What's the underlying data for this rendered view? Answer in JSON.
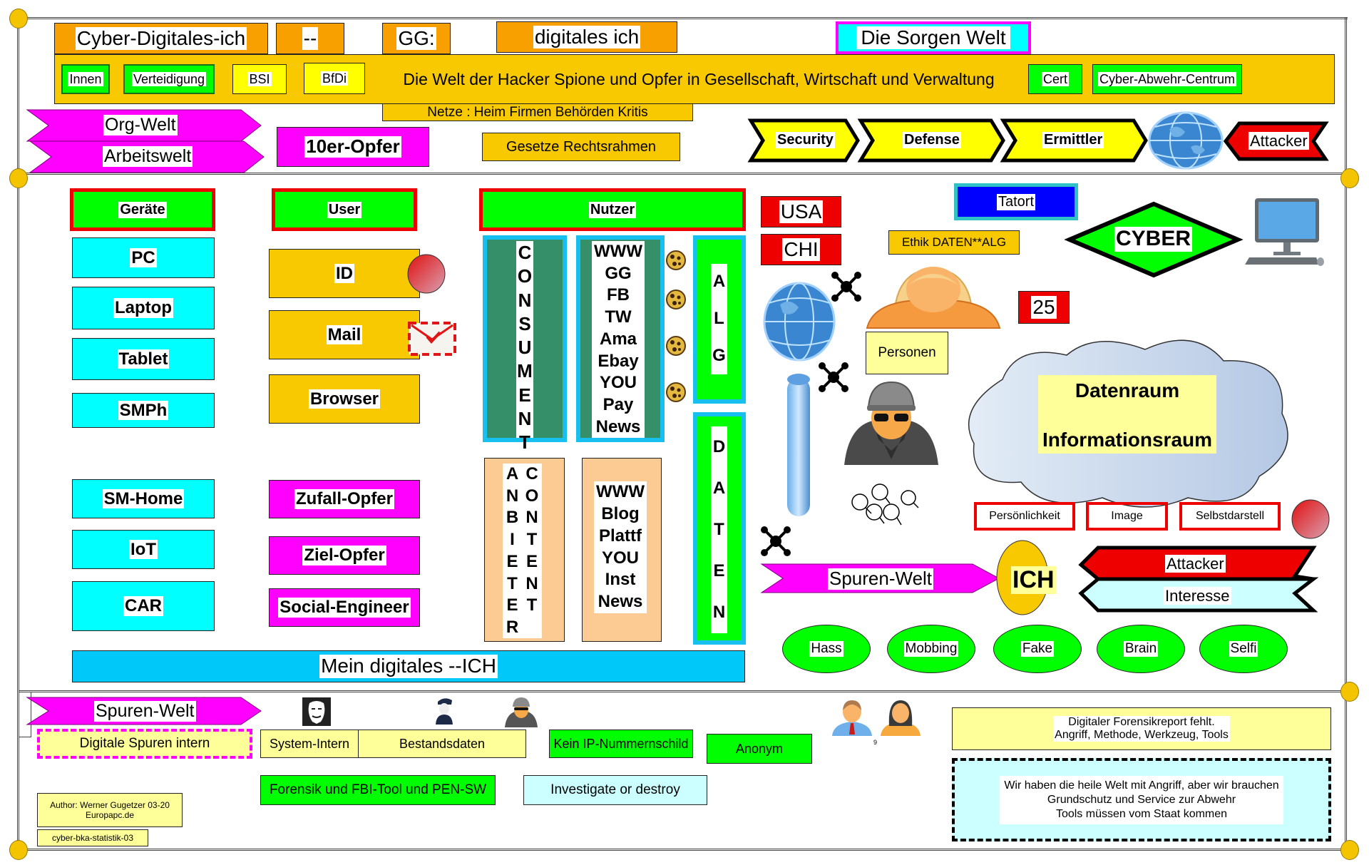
{
  "header": {
    "title_boxes": [
      "Cyber-Digitales-ich",
      "--",
      "GG:",
      "digitales ich"
    ],
    "sorgen_welt": "Die Sorgen Welt",
    "banner": {
      "left_tags": [
        "Innen",
        "Verteidigung",
        "BSI",
        "BfDi"
      ],
      "main_text": "Die Welt der Hacker Spione und Opfer in Gesellschaft, Wirtschaft und Verwaltung",
      "right_tags": [
        "Cert",
        "Cyber-Abwehr-Centrum"
      ]
    },
    "netze": "Netze : Heim Firmen Behörden Kritis",
    "org_welt": "Org-Welt",
    "arbeitswelt": "Arbeitswelt",
    "opfer10": "10er-Opfer",
    "gesetze": "Gesetze Rechtsrahmen",
    "chevrons": [
      "Security",
      "Defense",
      "Ermittler"
    ],
    "attacker": "Attacker"
  },
  "columns": {
    "geraete": {
      "header": "Geräte",
      "items": [
        "PC",
        "Laptop",
        "Tablet",
        "SMPh"
      ],
      "items_lower": [
        "SM-Home",
        "IoT",
        "CAR"
      ]
    },
    "user": {
      "header": "User",
      "items": [
        "ID",
        "Mail",
        "Browser"
      ],
      "items_lower": [
        "Zufall-Opfer",
        "Ziel-Opfer",
        "Social-Engineer"
      ]
    },
    "nutzer": {
      "header": "Nutzer",
      "consument": [
        "C",
        "O",
        "N",
        "S",
        "U",
        "M",
        "E",
        "N",
        "T"
      ],
      "services": [
        "WWW",
        "GG",
        "FB",
        "TW",
        "Ama",
        "Ebay",
        "YOU",
        "Pay",
        "News"
      ],
      "alg": [
        "A",
        "L",
        "G"
      ],
      "daten": [
        "D",
        "A",
        "T",
        "E",
        "N"
      ],
      "anbieter": [
        "A",
        "N",
        "B",
        "I",
        "E",
        "T",
        "E",
        "R"
      ],
      "content": [
        "C",
        "O",
        "N",
        "T",
        "E",
        "N",
        "T"
      ],
      "platforms": [
        "WWW",
        "Blog",
        "Plattf",
        "YOU",
        "Inst",
        "News"
      ]
    },
    "mein_ich": "Mein digitales --ICH"
  },
  "right_panel": {
    "usa": "USA",
    "chi": "CHI",
    "tatort": "Tatort",
    "ethik": "Ethik DATEN**ALG",
    "cyber": "CYBER",
    "count": "25",
    "personen": "Personen",
    "cloud_line1": "Datenraum",
    "cloud_line2": "Informationsraum",
    "traits": [
      "Persönlichkeit",
      "Image",
      "Selbstdarstell"
    ],
    "spuren_welt": "Spuren-Welt",
    "ich": "ICH",
    "attacker": "Attacker",
    "interesse": "Interesse",
    "ovals": [
      "Hass",
      "Mobbing",
      "Fake",
      "Brain",
      "Selfi"
    ]
  },
  "footer": {
    "spuren_welt": "Spuren-Welt",
    "digitale_spuren": "Digitale Spuren intern",
    "system_intern": "System-Intern",
    "bestandsdaten": "Bestandsdaten",
    "kein_ip": "Kein IP-Nummernschild",
    "anonym": "Anonym",
    "people_caption": "9",
    "forensik": "Forensik und FBI-Tool und PEN-SW",
    "investigate": "Investigate or destroy",
    "report": "Digitaler Forensikreport fehlt.\nAngriff, Methode, Werkzeug, Tools",
    "statement": "Wir haben die heile Welt mit Angriff, aber wir brauchen\nGrundschutz und Service zur Abwehr\nTools müssen vom Staat kommen",
    "author": "Author: Werner Gugetzer  03-20\nEuropapc.de",
    "file_id": "cyber-bka-statistik-03"
  },
  "colors": {
    "orange": "#f7a000",
    "gold": "#f9c900",
    "green": "#00ff00",
    "cyan": "#00ffff",
    "magenta": "#ff00ff",
    "red": "#ee0000",
    "blue": "#0000ff",
    "teal": "#35906a",
    "sky": "#00c8f8",
    "peach": "#fccb94",
    "pale_yellow": "#ffff99",
    "pale_cyan": "#ccffff",
    "yellow": "#ffff00"
  }
}
